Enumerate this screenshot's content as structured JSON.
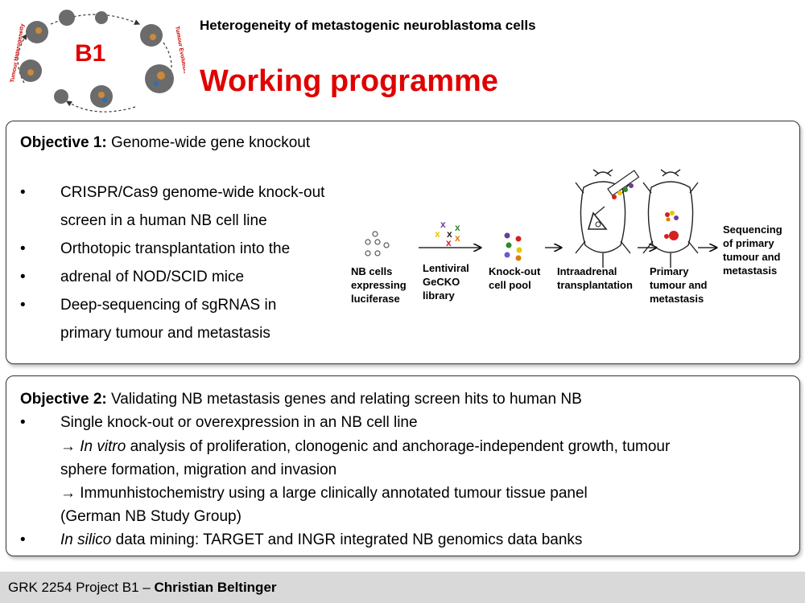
{
  "header": {
    "logo_label": "B1",
    "logo_left_text": "Tumour Heterogeneity",
    "logo_right_text": "Tumour Evolution",
    "subtitle": "Heterogeneity of metastogenic neuroblastoma cells",
    "title": "Working programme"
  },
  "objective1": {
    "heading_bold": "Objective 1:",
    "heading_text": " Genome-wide gene knockout",
    "bullet_char": "•",
    "bullets": [
      "CRISPR/Cas9 genome-wide knock-out",
      "screen in a human NB cell line",
      "Orthotopic transplantation into the",
      "adrenal of NOD/SCID mice",
      "Deep-sequencing of sgRNAS in",
      "primary tumour and metastasis"
    ],
    "diagram": {
      "step1": [
        "NB cells",
        "expressing",
        "luciferase"
      ],
      "step2": [
        "Lentiviral",
        "GeCKO",
        "library"
      ],
      "step3": [
        "Knock-out",
        "cell pool"
      ],
      "step4": [
        "Intraadrenal",
        "transplantation"
      ],
      "step5": [
        "Primary",
        "tumour and",
        "metastasis"
      ],
      "step6": [
        "Sequencing",
        "of primary",
        "tumour and",
        "metastasis"
      ]
    }
  },
  "objective2": {
    "heading_bold": "Objective 2:",
    "heading_text": " Validating NB metastasis genes and relating screen hits to human NB",
    "bullet_char": "•",
    "bullet1": "Single knock-out or overexpression in an NB cell line",
    "arrow": "→",
    "line2_italic": "In vitro",
    "line2_rest": " analysis of proliferation, clonogenic and anchorage-independent growth, tumour",
    "line3": "sphere formation, migration and invasion",
    "line4_rest": " Immunhistochemistry using a large clinically annotated tumour tissue panel",
    "line5": "(German NB Study Group)",
    "bullet2_italic": "In silico",
    "bullet2_rest": " data mining: TARGET and INGR integrated NB genomics data banks"
  },
  "footer": {
    "text": "GRK 2254 Project B1 – ",
    "author": "Christian Beltinger"
  },
  "colors": {
    "accent": "#e00000",
    "footer_bg": "#d9d9d9"
  }
}
